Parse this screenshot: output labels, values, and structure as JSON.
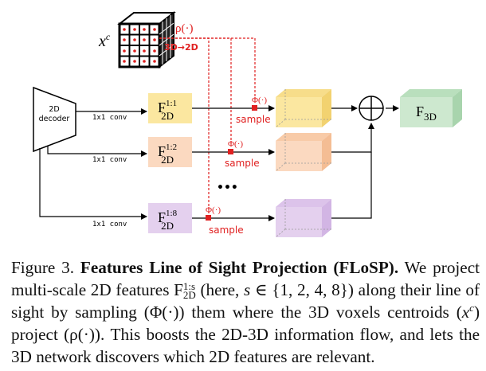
{
  "figure": {
    "xc_label": "x",
    "xc_sup": "c",
    "rho_label": "ρ(·)",
    "proj_label": "3D→2D",
    "decoder_line1": "2D",
    "decoder_line2": "decoder",
    "conv_label": "1x1 conv",
    "phi_label": "Φ(·)",
    "sample_label": "sample",
    "ellipsis": "•••",
    "f_base": "F",
    "f_sub": "2D",
    "scales": [
      {
        "sup": "1:1",
        "fill": "#fbe7a0"
      },
      {
        "sup": "1:2",
        "fill": "#fbd9c0"
      },
      {
        "sup": "1:8",
        "fill": "#e4d0ee"
      }
    ],
    "f3d_base": "F",
    "f3d_sub": "3D",
    "colors": {
      "red": "#e02020",
      "yellow": "#fbe7a0",
      "orange": "#fbd9c0",
      "purple": "#e4d0ee",
      "green": "#cde8cf"
    }
  },
  "caption": {
    "fig_label": "Figure 3.",
    "title": "Features Line of Sight Projection (FLoSP).",
    "t1": " We project multi-scale 2D features ",
    "f_base": "F",
    "f_sup": "1:s",
    "f_sub": "2D",
    "t2": " (here, ",
    "s_var": "s",
    "t3": " ∈ {1, 2, 4, 8}) along their line of sight by sampling (Φ(·)) them where the 3D voxels centroids (",
    "xc_var": "x",
    "xc_sup": "c",
    "t4": ") project (ρ(·)). This boosts the 2D-3D information flow, and lets the 3D network discovers which 2D features are relevant."
  }
}
